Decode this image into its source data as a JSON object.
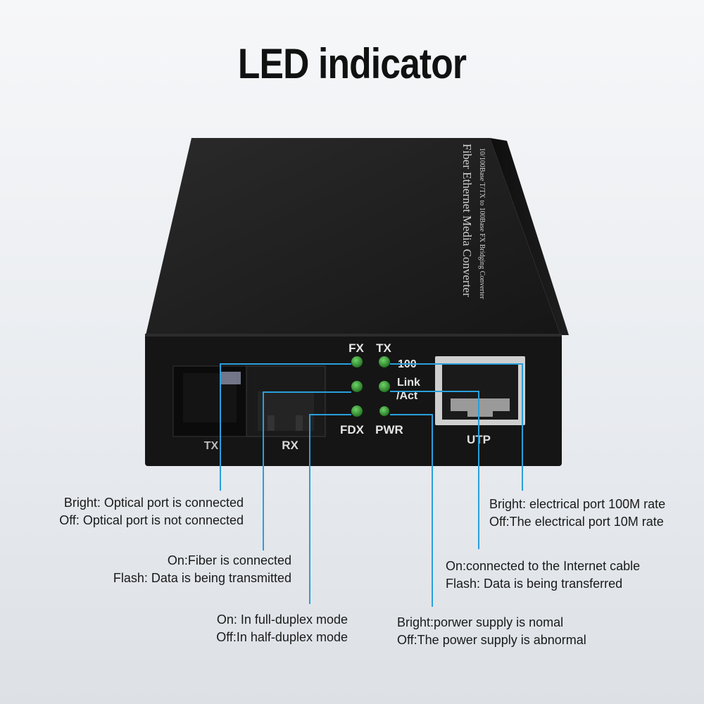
{
  "title": "LED indicator",
  "device": {
    "top_label_main": "Fiber Ethernet Media Converter",
    "top_label_sub": "10/100Base T/TX to 100Base FX Bridging Converter",
    "port_tx": "TX",
    "port_rx": "RX",
    "port_utp": "UTP",
    "led_labels": {
      "fx": "FX",
      "tx": "TX",
      "r100": "100",
      "link": "Link",
      "act": "/Act",
      "fdx": "FDX",
      "pwr": "PWR"
    }
  },
  "callouts": {
    "fx": {
      "line1": "Bright: Optical port is connected",
      "line2": "Off: Optical port is not connected"
    },
    "fiber_link": {
      "line1": "On:Fiber is connected",
      "line2": "Flash: Data is being transmitted"
    },
    "fdx": {
      "line1": "On: In full-duplex mode",
      "line2": "Off:In half-duplex mode"
    },
    "pwr": {
      "line1": "Bright:porwer supply is nomal",
      "line2": "Off:The power supply is abnormal"
    },
    "link_act": {
      "line1": "On:connected to the Internet cable",
      "line2": "Flash: Data is being transferred"
    },
    "r100": {
      "line1": "Bright: electrical port 100M rate",
      "line2": "Off:The electrical port 10M rate"
    }
  },
  "colors": {
    "callout_line": "#2a9fdc",
    "led_green": "#2f8a2a",
    "device_body": "#1c1c1c"
  }
}
